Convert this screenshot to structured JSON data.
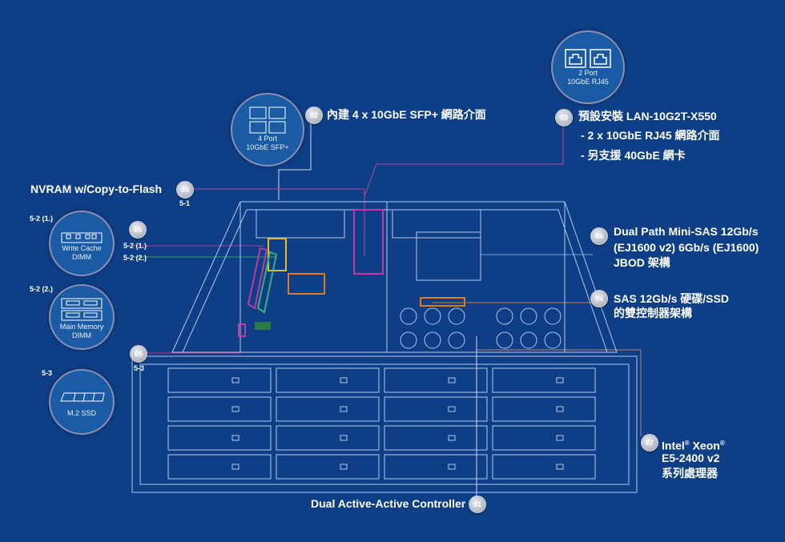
{
  "callouts": {
    "c01": {
      "num": "01",
      "text": "Dual Active-Active Controller"
    },
    "c02": {
      "num": "02",
      "text": "內建 4 x 10GbE SFP+ 網路介面",
      "icon_caption": [
        "4 Port",
        "10GbE SFP+"
      ]
    },
    "c03": {
      "num": "03",
      "lines": [
        "預設安裝 LAN-10G2T-X550",
        "- 2 x 10GbE RJ45 網路介面",
        "- 另支援 40GbE 網卡"
      ],
      "icon_caption": [
        "2 Port",
        "10GbE RJ45"
      ]
    },
    "c04": {
      "num": "04",
      "lines": [
        "SAS 12Gb/s 硬碟/SSD",
        "的雙控制器架構"
      ]
    },
    "c05": {
      "num": "05",
      "text": "NVRAM w/Copy-to-Flash",
      "sub_5_1": "5-1",
      "sub_5_2_1": "5-2 (1.)",
      "sub_5_2_2": "5-2 (2.)",
      "sub_5_3": "5-3"
    },
    "c06": {
      "num": "06",
      "lines": [
        "Dual Path Mini-SAS 12Gb/s",
        "(EJ1600 v2) 6Gb/s (EJ1600)",
        "JBOD 架構"
      ]
    },
    "c07": {
      "num": "07",
      "line1_a": "Intel",
      "line1_b": "Xeon",
      "reg": "®",
      "lines": [
        "E5-2400 v2",
        "系列處理器"
      ]
    }
  },
  "side_icons": [
    {
      "tag": "5-2 (1.)",
      "caption": [
        "Write Cache",
        "DIMM"
      ],
      "icon": "dimm-icon"
    },
    {
      "tag": "5-2 (2.)",
      "caption": [
        "Main Memory",
        "DIMM"
      ],
      "icon": "dimm-pair-icon"
    },
    {
      "tag": "5-3",
      "caption": [
        "M.2 SSD"
      ],
      "icon": "m2-ssd-icon"
    }
  ],
  "colors": {
    "background": "#0e3f86",
    "line": "#cfe0ff",
    "magenta": "#c03aa0",
    "green": "#3fb07a",
    "yellow": "#e5c020",
    "orange": "#e07a20"
  }
}
